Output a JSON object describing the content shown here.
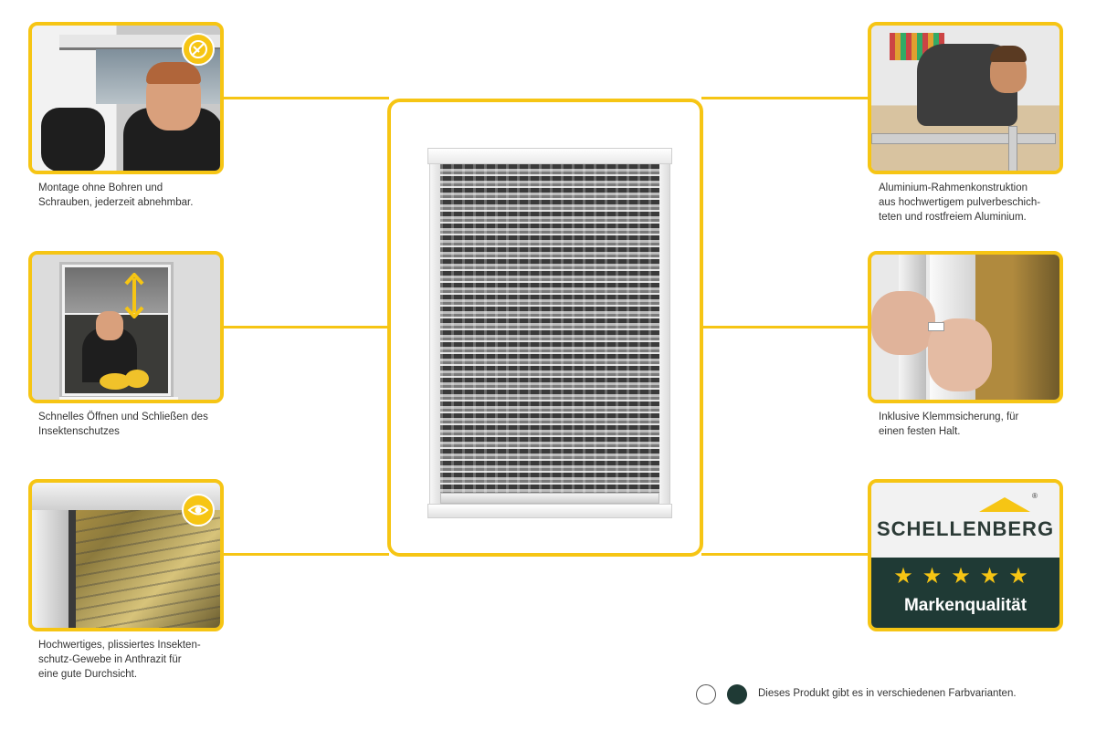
{
  "features": [
    {
      "id": "mounting",
      "lines": [
        "Montage ohne Bohren und",
        "Schrauben, jederzeit abnehmbar."
      ],
      "icon": "no-drill-icon"
    },
    {
      "id": "opening",
      "lines": [
        "Schnelles Öffnen und Schließen des",
        "Insektenschutzes"
      ],
      "icon": "up-down-arrow-icon"
    },
    {
      "id": "mesh",
      "lines": [
        "Hochwertiges, plissiertes Insekten-",
        "schutz-Gewebe in Anthrazit für",
        "eine gute Durchsicht."
      ],
      "icon": "eye-icon"
    },
    {
      "id": "frame",
      "lines": [
        "Aluminium-Rahmenkonstruktion",
        "aus hochwertigem pulverbeschich-",
        "teten und rostfreiem Aluminium."
      ]
    },
    {
      "id": "clamp",
      "lines": [
        "Inklusive Klemmsicherung, für",
        "einen festen Halt."
      ]
    }
  ],
  "brand": {
    "name": "SCHELLENBERG",
    "registered": "®",
    "stars": "★★★★★",
    "quality": "Markenqualität"
  },
  "variants": {
    "text": "Dieses Produkt gibt es in verschiedenen Farbvarianten.",
    "colors": [
      "#ffffff",
      "#1f3a35"
    ]
  },
  "colors": {
    "accent": "#f6c514",
    "brand_dark": "#1f3a35"
  }
}
